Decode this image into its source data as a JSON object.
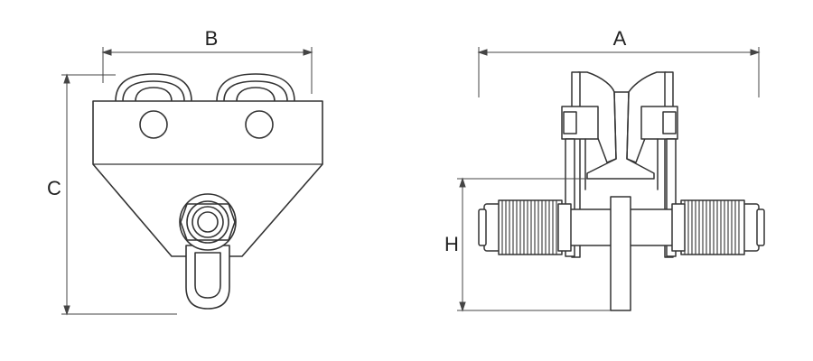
{
  "labels": {
    "a": "A",
    "b": "B",
    "c": "C",
    "h": "H"
  },
  "colors": {
    "stroke": "#333333",
    "fill": "#ffffff",
    "dim": "#444444",
    "text": "#222222"
  }
}
